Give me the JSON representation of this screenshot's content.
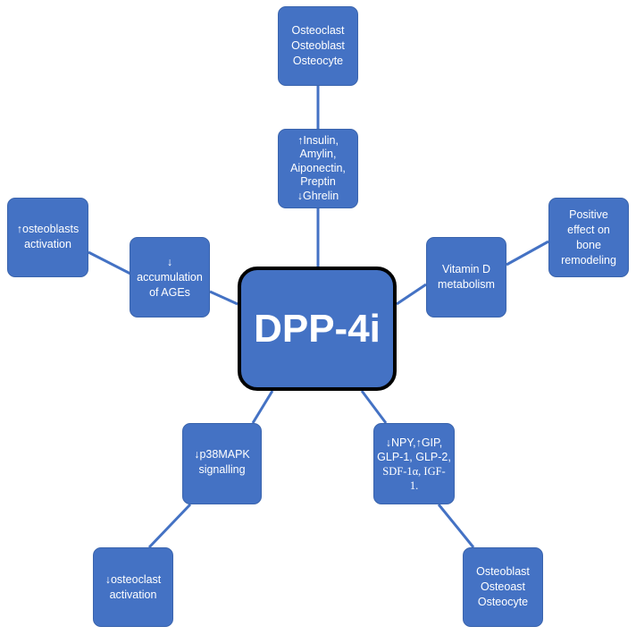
{
  "center": {
    "label": "DPP-4i"
  },
  "boxes": {
    "cells_top": [
      "Osteoclast",
      "Osteoblast",
      "Osteocyte"
    ],
    "hormones": [
      "↑Insulin,",
      "Amylin,",
      "Aiponectin,",
      "Preptin",
      "↓Ghrelin"
    ],
    "osteoblast_activation": [
      "↑osteoblasts",
      "activation"
    ],
    "ages": [
      "↓",
      "accumulation",
      "of AGEs"
    ],
    "vitamin_d": [
      "Vitamin D",
      "metabolism"
    ],
    "positive_effect": [
      "Positive",
      "effect on",
      "bone",
      "remodeling"
    ],
    "p38": [
      "↓p38MAPK",
      "signalling"
    ],
    "osteoclast_activation": [
      "↓osteoclast",
      "activation"
    ],
    "npy": [
      "↓NPY,↑GIP,",
      "GLP-1, GLP-2,",
      "SDF-1α, IGF-",
      "1."
    ],
    "cells_bottom": [
      "Osteoblast",
      "Osteoast",
      "Osteocyte"
    ]
  },
  "colors": {
    "box_fill": "#4472c4",
    "connector": "#4472c4",
    "hub_border": "#000000",
    "text": "#ffffff"
  }
}
